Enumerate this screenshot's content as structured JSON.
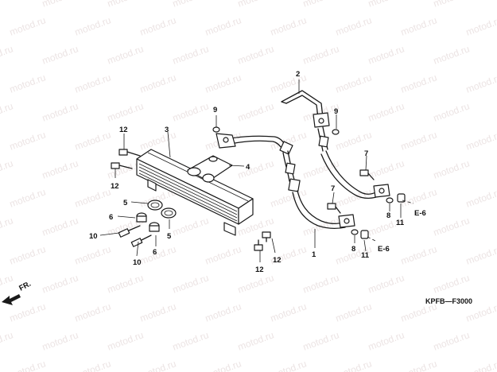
{
  "watermark": "motod.ru",
  "callouts": {
    "c1": "1",
    "c2": "2",
    "c3": "3",
    "c4": "4",
    "c5a": "5",
    "c5b": "5",
    "c6a": "6",
    "c6b": "6",
    "c7a": "7",
    "c7b": "7",
    "c8a": "8",
    "c8b": "8",
    "c9a": "9",
    "c9b": "9",
    "c10a": "10",
    "c10b": "10",
    "c11a": "11",
    "c11b": "11",
    "c12a": "12",
    "c12b": "12",
    "c12c": "12",
    "c12d": "12",
    "e6a": "E-6",
    "e6b": "E-6"
  },
  "front_label": "FR.",
  "diagram_code": "KPFB—F3000",
  "colors": {
    "line": "#1a1a1a",
    "watermark": "#ece4e4"
  }
}
